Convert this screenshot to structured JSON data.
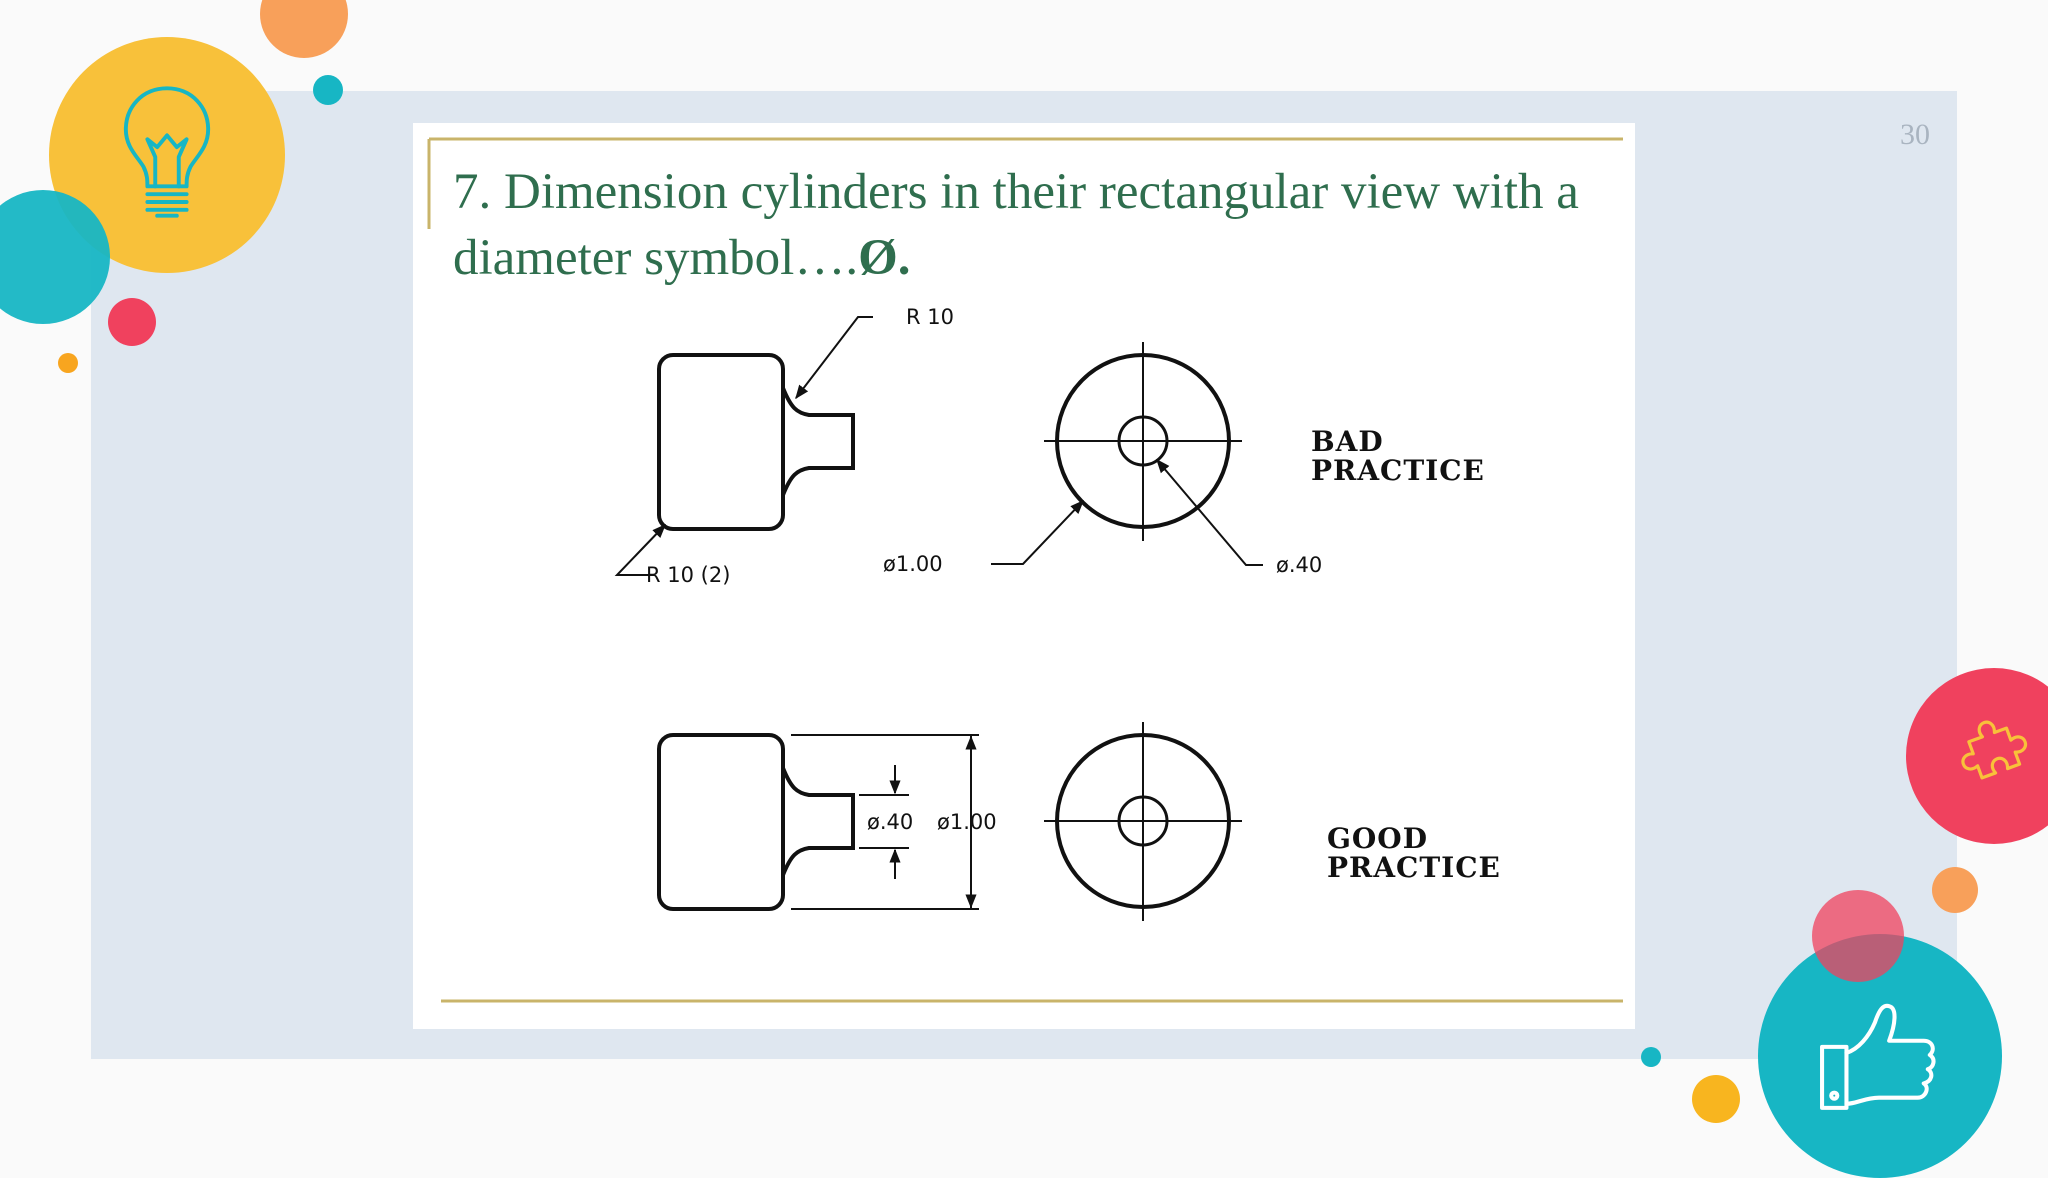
{
  "slide": {
    "page_number": "30",
    "title_line1": "7. Dimension cylinders in their rectangular view with a",
    "title_line2_plain": "diameter symbol….",
    "title_line2_symbol": "Ø."
  },
  "diagram": {
    "bad": {
      "label_line1": "BAD",
      "label_line2": "PRACTICE",
      "radius_top": "R  10",
      "radius_bottom": "R 10  (2)",
      "dia_outer": "ø1.00",
      "dia_inner": "ø.40"
    },
    "good": {
      "label_line1": "GOOD",
      "label_line2": "PRACTICE",
      "dia_inner": "ø.40",
      "dia_outer": "ø1.00"
    }
  },
  "colors": {
    "title_green": "#2f6e4e",
    "rule_gold": "#c9b46a",
    "panel_blue": "#dfe7f0",
    "yellow": "#f8c13a",
    "orange": "#f8a05a",
    "teal": "#17b6c4",
    "pink": "#f0415e"
  },
  "icons": [
    "lightbulb-icon",
    "puzzle-icon",
    "thumbs-up-icon"
  ]
}
